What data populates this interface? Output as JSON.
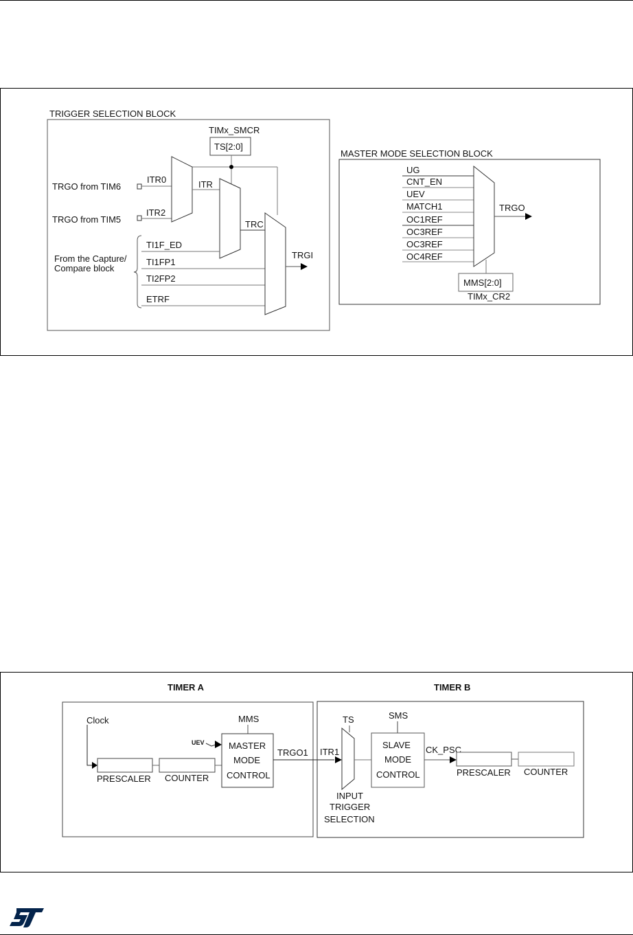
{
  "figure1": {
    "trigger_block": {
      "title": "TRIGGER SELECTION BLOCK",
      "register": "TIMx_SMCR",
      "field": "TS[2:0]",
      "sources": [
        {
          "label": "TRGO from TIM6",
          "input": "ITR0"
        },
        {
          "label": "TRGO from TIM5",
          "input": "ITR2"
        }
      ],
      "itr_label": "ITR",
      "trc_label": "TRC",
      "capture_compare_label_line1": "From the Capture/",
      "capture_compare_label_line2": "Compare block",
      "cc_inputs": [
        "TI1F_ED",
        "TI1FP1",
        "TI2FP2",
        "ETRF"
      ],
      "output": "TRGI"
    },
    "master_block": {
      "title": "MASTER MODE SELECTION BLOCK",
      "inputs": [
        "UG",
        "CNT_EN",
        "UEV",
        "MATCH1",
        "OC1REF",
        "OC3REF",
        "OC3REF",
        "OC4REF"
      ],
      "output": "TRGO",
      "field": "MMS[2:0]",
      "register": "TIMx_CR2"
    }
  },
  "figure2": {
    "timer_a": {
      "title": "TIMER A",
      "clock": "Clock",
      "prescaler": "PRESCALER",
      "counter": "COUNTER",
      "uev": "UEV",
      "mms": "MMS",
      "master_lines": [
        "MASTER",
        "MODE",
        "CONTROL"
      ],
      "output": "TRGO1"
    },
    "timer_b": {
      "title": "TIMER B",
      "input": "ITR1",
      "ts": "TS",
      "sms": "SMS",
      "selection_lines": [
        "INPUT",
        "TRIGGER",
        "SELECTION"
      ],
      "slave_lines": [
        "SLAVE",
        "MODE",
        "CONTROL"
      ],
      "ck_psc": "CK_PSC",
      "prescaler": "PRESCALER",
      "counter": "COUNTER"
    }
  },
  "footer": {
    "logo": "ST logo",
    "logo_color": "#03234B"
  }
}
